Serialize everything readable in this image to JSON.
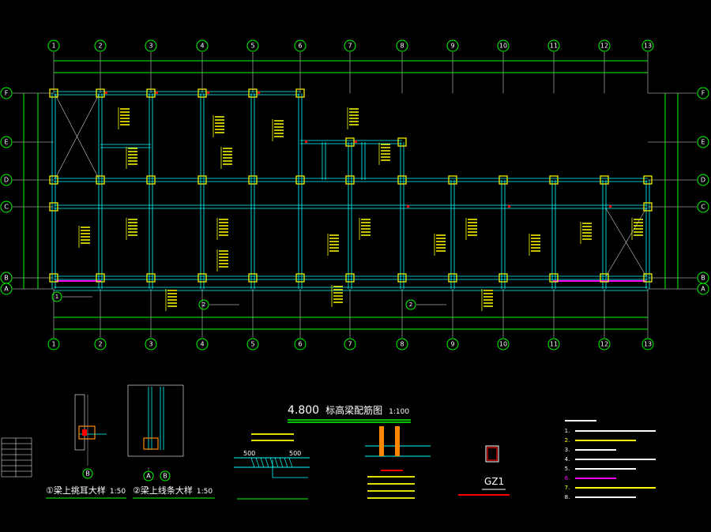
{
  "plan": {
    "column_axes": [
      "1",
      "2",
      "3",
      "4",
      "5",
      "6",
      "7",
      "8",
      "9",
      "10",
      "11",
      "12",
      "13"
    ],
    "row_axes": [
      "F",
      "E",
      "D",
      "C",
      "B",
      "A"
    ],
    "title_elevation": "4.800",
    "title_text": "标高梁配筋图",
    "title_scale": "1:100"
  },
  "details": {
    "detail1_label": "①梁上挑耳大样",
    "detail1_scale": "1:50",
    "detail1_axis": "B",
    "detail2_label": "②梁上线条大样",
    "detail2_scale": "1:50",
    "detail2_axes": [
      "A",
      "B"
    ],
    "gz_label": "GZ1",
    "section_dim1": "500",
    "section_dim2": "500"
  },
  "notes": {
    "count": 8
  },
  "colors": {
    "grid": "#00ff00",
    "beam": "#00ffff",
    "column": "#ffff00",
    "text": "#ffffff",
    "accent": "#ff00ff",
    "rebar": "#ff0000"
  }
}
